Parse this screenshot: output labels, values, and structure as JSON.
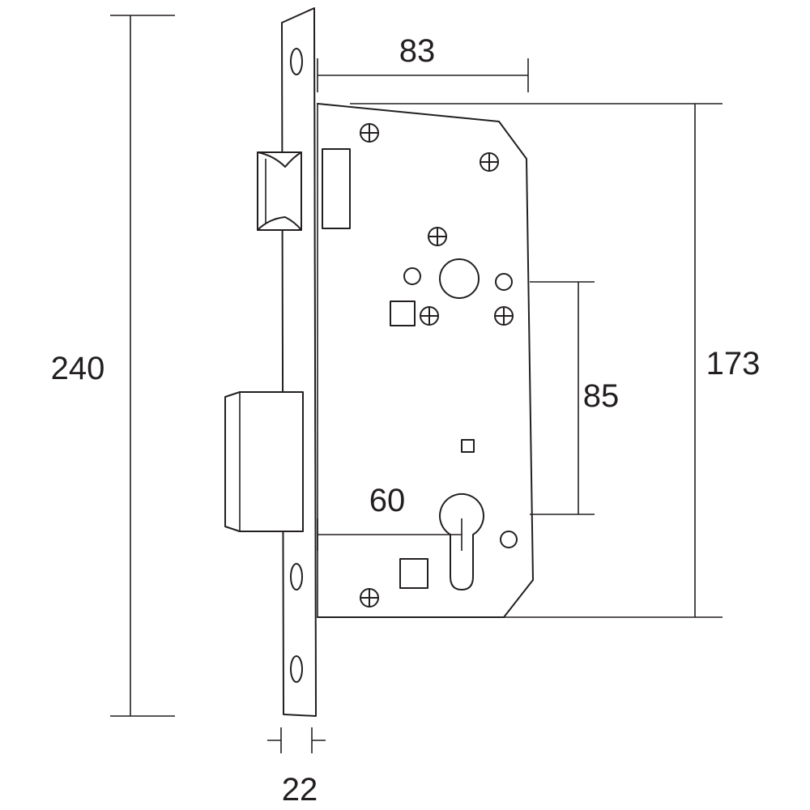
{
  "dimensions": {
    "overall_height": "240",
    "backset": "83",
    "case_height": "173",
    "handle_to_cylinder": "85",
    "cylinder_backset": "60",
    "faceplate_width": "22"
  },
  "colors": {
    "line": "#231f20",
    "background": "#ffffff"
  },
  "icons": {
    "screw": "screw-cross-icon"
  }
}
